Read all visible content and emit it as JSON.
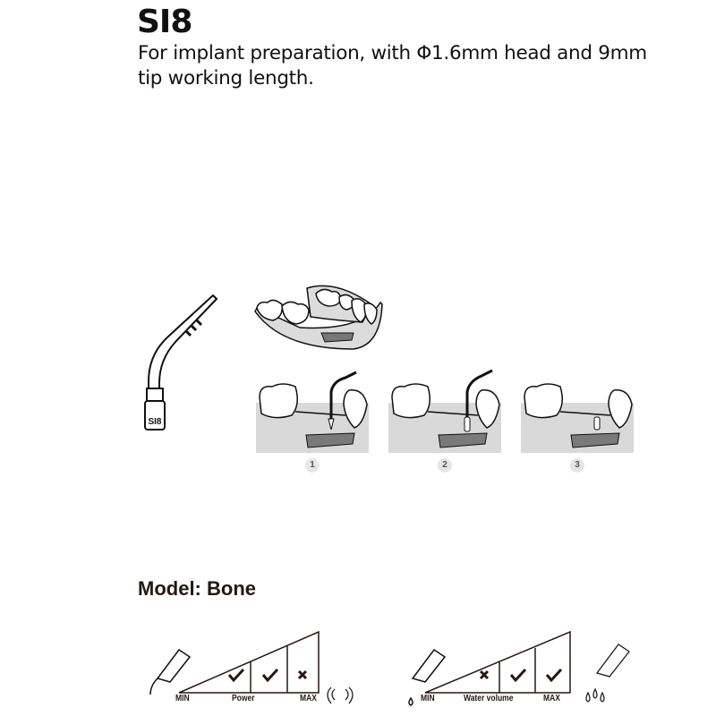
{
  "header": {
    "title": "SI8",
    "description": "For implant preparation, with Φ1.6mm head and 9mm tip working length."
  },
  "tip_illustration": {
    "icon": "ultrasonic-tip-icon",
    "engraving": "SI8"
  },
  "procedure": {
    "overview_icon": "dental-arch-icon",
    "steps": [
      {
        "number": "1",
        "icon": "drilling-step-icon"
      },
      {
        "number": "2",
        "icon": "deepening-step-icon"
      },
      {
        "number": "3",
        "icon": "implant-site-ready-icon"
      }
    ]
  },
  "model": {
    "label": "Model: Bone"
  },
  "power_scale": {
    "min_label": "MIN",
    "center_label": "Power",
    "max_label": "MAX",
    "levels": [
      "check",
      "check",
      "cross"
    ]
  },
  "water_scale": {
    "min_label": "MIN",
    "center_label": "Water volume",
    "max_label": "MAX",
    "levels": [
      "cross",
      "check",
      "check"
    ]
  },
  "colors": {
    "text": "#111111",
    "gum_gray": "#d9d9d9",
    "bone_dark": "#7a7a7a",
    "step_badge": "#e6e6e6"
  }
}
